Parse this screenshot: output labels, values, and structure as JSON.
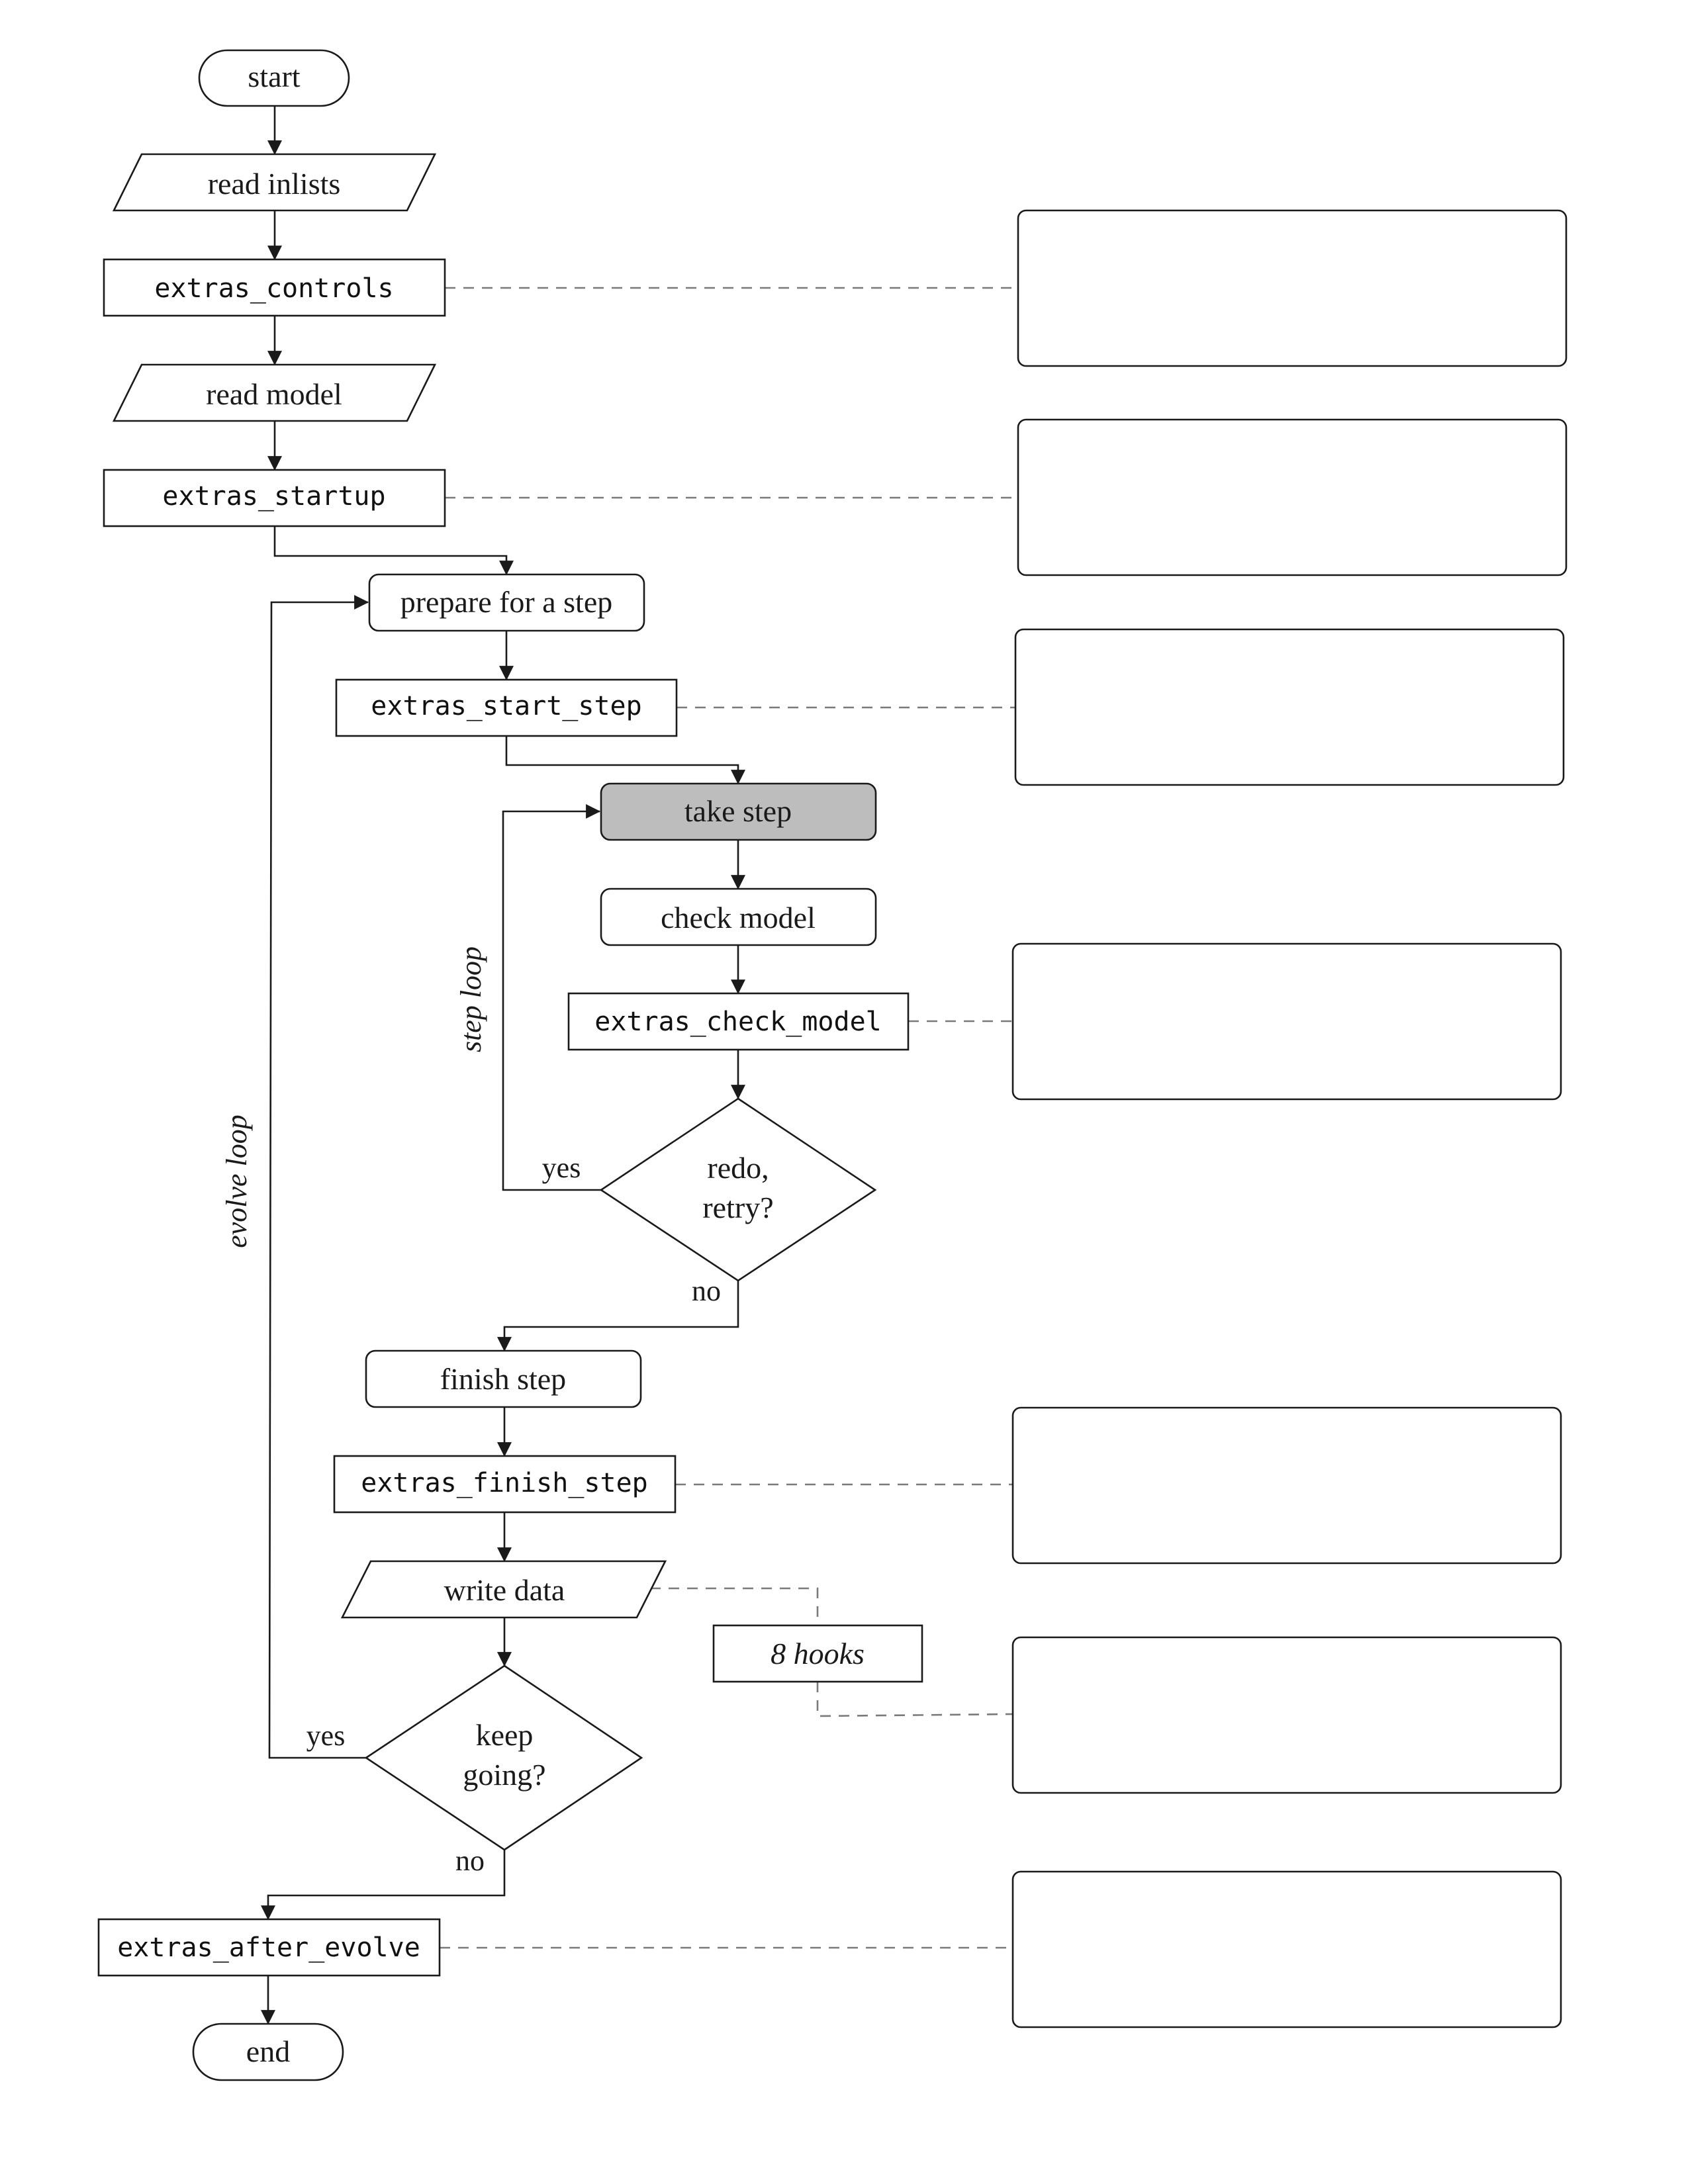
{
  "nodes": {
    "start": "start",
    "read_inlists": "read inlists",
    "extras_controls": "extras_controls",
    "read_model": "read model",
    "extras_startup": "extras_startup",
    "prepare_step": "prepare for a step",
    "extras_start_step": "extras_start_step",
    "take_step": "take step",
    "check_model": "check model",
    "extras_check_model": "extras_check_model",
    "redo_line1": "redo,",
    "redo_line2": "retry?",
    "finish_step": "finish step",
    "extras_finish_step": "extras_finish_step",
    "write_data": "write data",
    "keep_line1": "keep",
    "keep_line2": "going?",
    "extras_after_evolve": "extras_after_evolve",
    "end": "end"
  },
  "labels": {
    "yes_redo": "yes",
    "no_redo": "no",
    "yes_keep": "yes",
    "no_keep": "no",
    "step_loop": "step loop",
    "evolve_loop": "evolve loop",
    "hooks": "8 hooks"
  },
  "colors": {
    "take_step_fill": "#bdbdbd"
  }
}
